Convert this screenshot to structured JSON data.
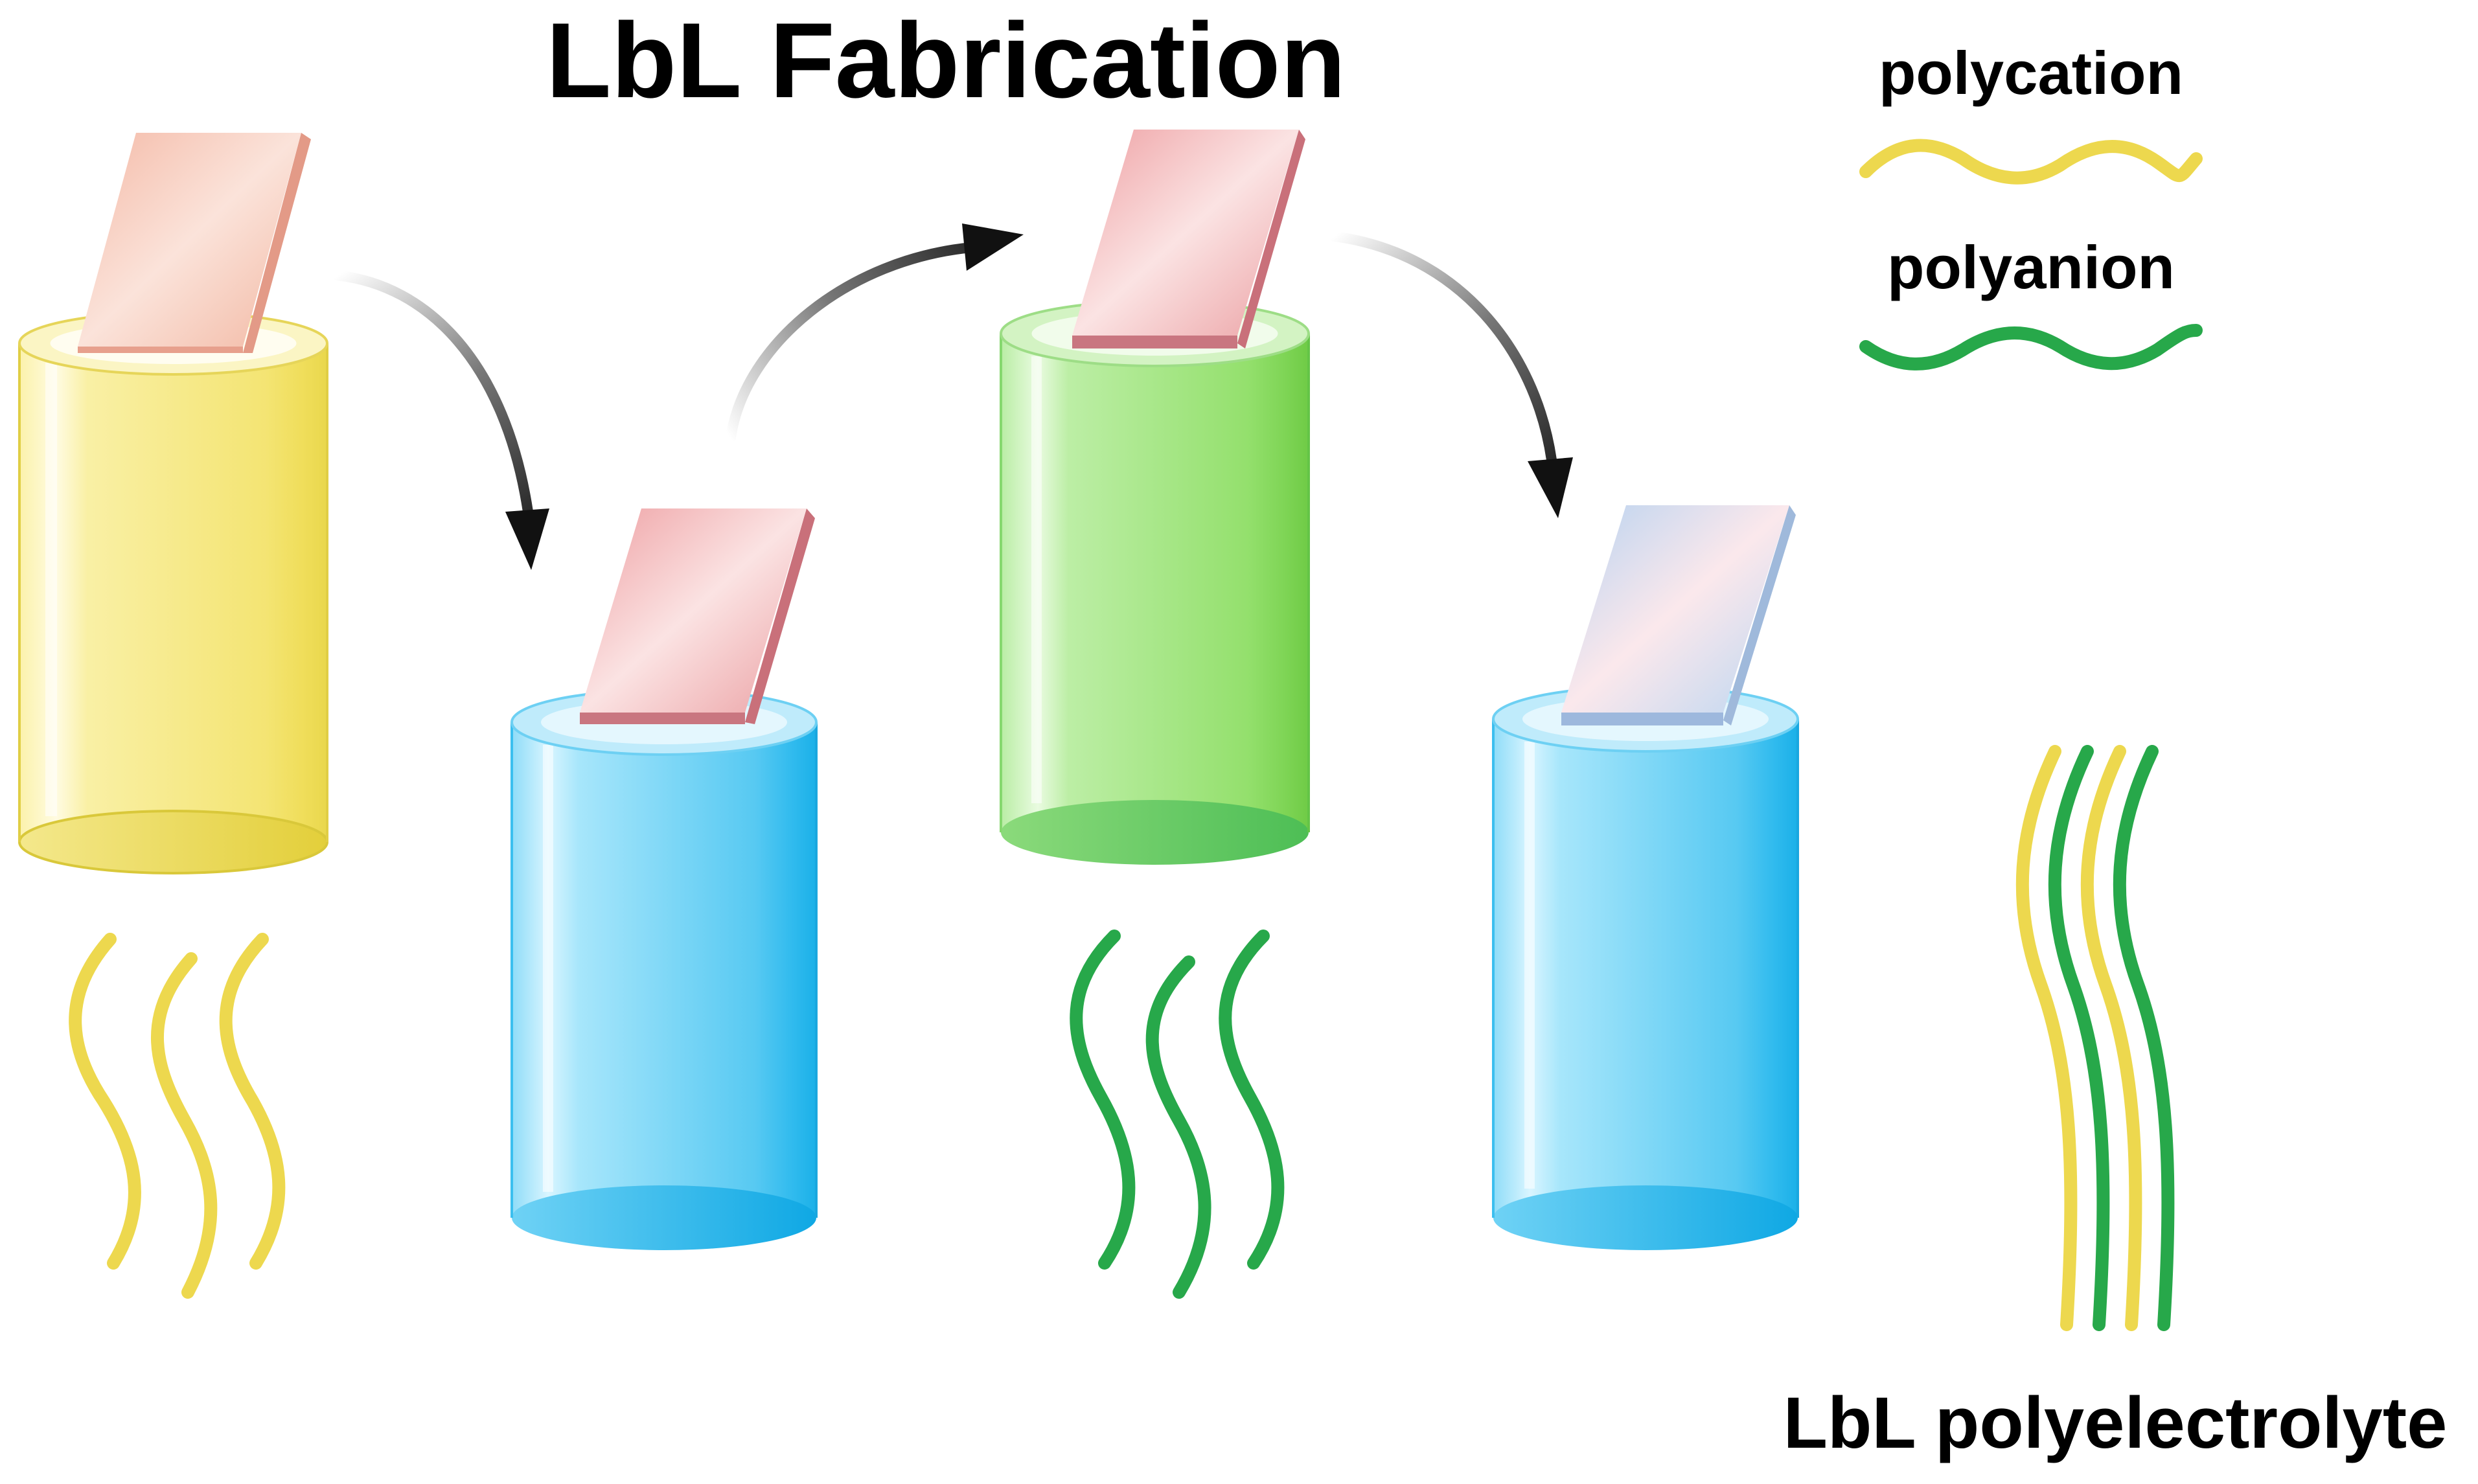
{
  "title": "LbL Fabrication",
  "legend": {
    "polycation": {
      "label": "polycation",
      "color": "#EDD84E"
    },
    "polyanion": {
      "label": "polyanion",
      "color": "#27A84A"
    }
  },
  "result_label": "LbL polyelectrolyte",
  "beakers": [
    {
      "name": "polycation-solution-beaker",
      "solution_color": "#F3E97A"
    },
    {
      "name": "rinse-beaker-1",
      "solution_color": "#5FCBF2"
    },
    {
      "name": "polyanion-solution-beaker",
      "solution_color": "#9BE27E"
    },
    {
      "name": "rinse-beaker-2",
      "solution_color": "#5FCBF2"
    }
  ],
  "substrate_colors": [
    "#F2B7A3",
    "#EBA2A4",
    "#EBA2A4",
    "#C8DDF2"
  ],
  "arrow_color": "#111111",
  "background": "#ffffff"
}
